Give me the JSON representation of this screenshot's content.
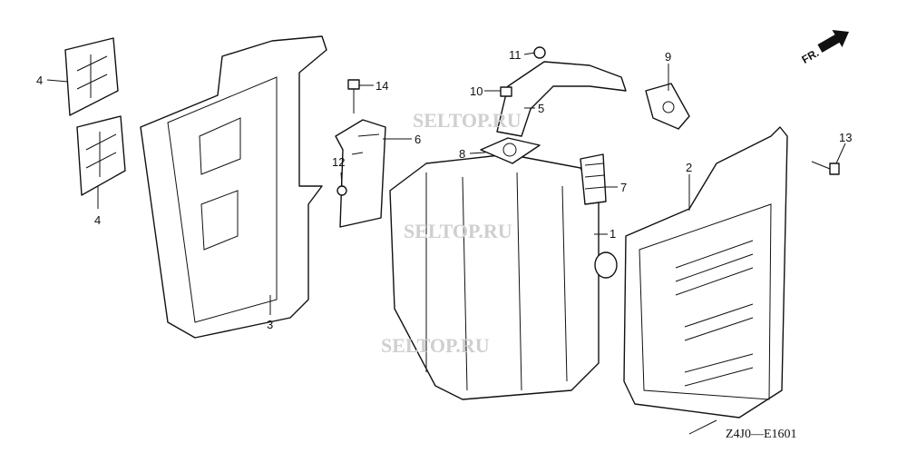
{
  "diagram": {
    "title_code": "Z4J0—E1601",
    "direction_label": "FR.",
    "watermark": "SELTOP.RU",
    "callouts": [
      "1",
      "2",
      "3",
      "4",
      "4",
      "5",
      "6",
      "7",
      "8",
      "9",
      "10",
      "11",
      "12",
      "13",
      "14"
    ]
  }
}
